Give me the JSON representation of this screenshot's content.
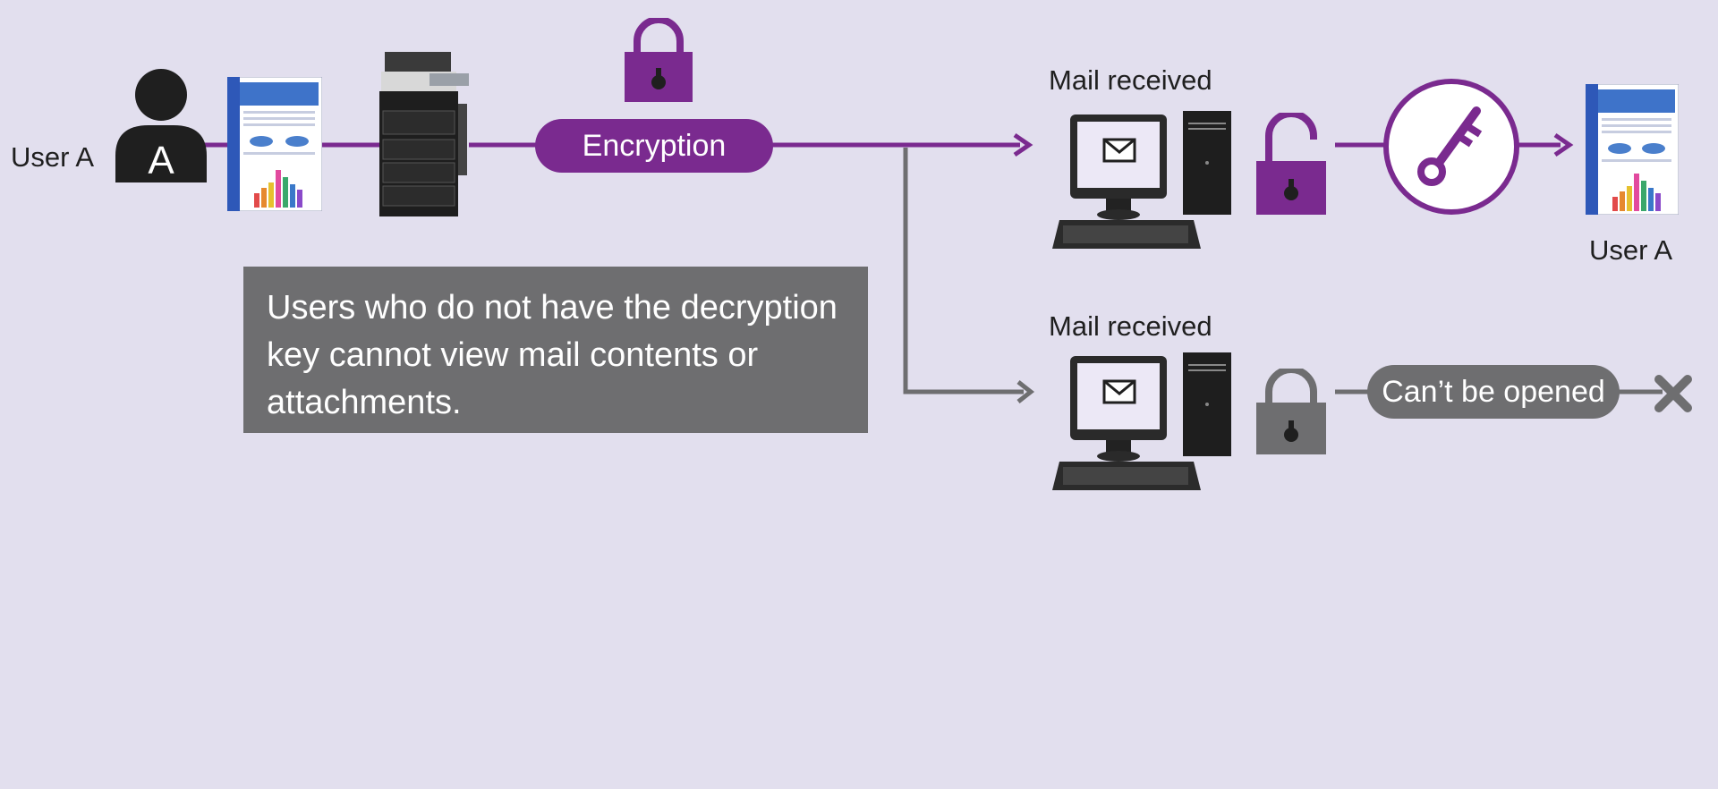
{
  "labels": {
    "sender": "User A",
    "avatar_letter": "A",
    "encryption": "Encryption",
    "mail_received_top": "Mail received",
    "mail_received_bottom": "Mail received",
    "recipient": "User A",
    "cannot_open": "Can’t be opened"
  },
  "note": {
    "text": "Users who do not have the decryption key cannot view mail contents or attachments."
  },
  "icons": {
    "avatar": "person-icon",
    "document": "document-icon",
    "printer": "multifunction-printer-icon",
    "locked": "padlock-locked-icon",
    "unlocked": "padlock-unlocked-icon",
    "key": "key-icon",
    "computer": "desktop-computer-icon",
    "envelope": "envelope-icon",
    "fail": "x-mark-icon"
  },
  "colors": {
    "background": "#e2dfee",
    "accent_purple": "#7a2a8f",
    "gray": "#6e6e70",
    "dark": "#1f1f1f"
  }
}
